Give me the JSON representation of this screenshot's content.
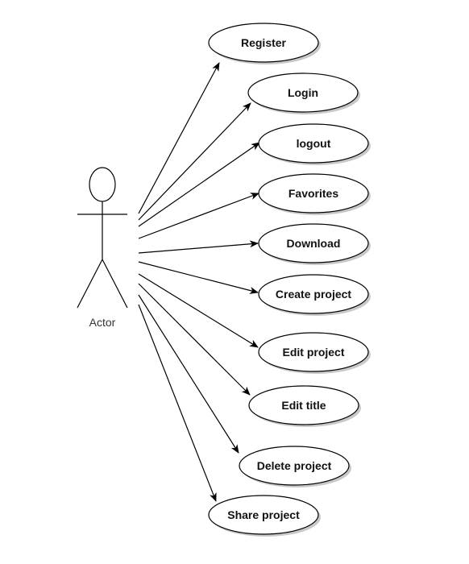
{
  "diagram": {
    "type": "use-case",
    "actor": {
      "label": "Actor"
    },
    "use_cases": [
      {
        "label": "Register"
      },
      {
        "label": "Login"
      },
      {
        "label": "logout"
      },
      {
        "label": "Favorites"
      },
      {
        "label": "Download"
      },
      {
        "label": "Create project"
      },
      {
        "label": "Edit project"
      },
      {
        "label": "Edit title"
      },
      {
        "label": "Delete project"
      },
      {
        "label": "Share project"
      }
    ],
    "colors": {
      "line": "#000000",
      "ellipse_fill": "#ffffff",
      "shadow": "#c8c8c8",
      "text": "#111111",
      "actor_text": "#333333"
    }
  }
}
